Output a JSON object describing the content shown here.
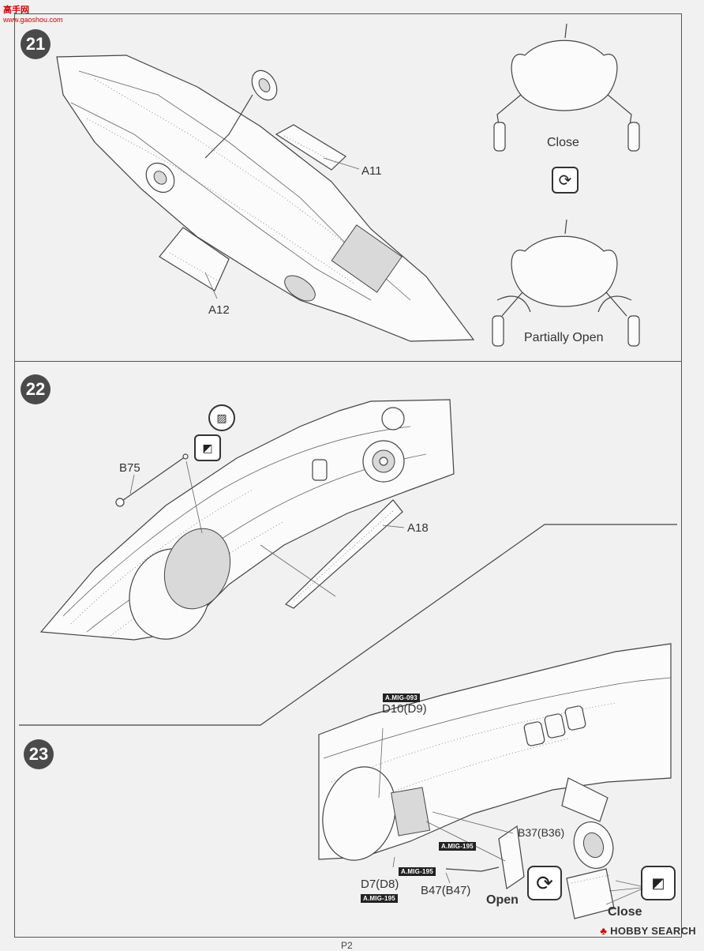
{
  "watermark_top": {
    "logo": "高手网",
    "site": "www.gaoshou.com"
  },
  "watermark_bottom": {
    "mark": "♣",
    "brand": "HOBBY SEARCH"
  },
  "page_number": "P2",
  "steps": {
    "s21": {
      "number": "21",
      "parts": {
        "a11": "A11",
        "a12": "A12"
      },
      "views": {
        "close": "Close",
        "partial": "Partially Open"
      },
      "rotate_icon": "rotate-icon"
    },
    "s22": {
      "number": "22",
      "parts": {
        "b75": "B75",
        "a18": "A18"
      }
    },
    "s23": {
      "number": "23",
      "parts": {
        "d10": "D10(D9)",
        "d7": "D7(D8)",
        "b37": "B37(B36)",
        "b47": "B47(B47)"
      },
      "paints": {
        "mig093": "A.MIG-093",
        "mig195a": "A.MIG-195",
        "mig195b": "A.MIG-195",
        "mig195c": "A.MIG-195"
      },
      "views": {
        "open": "Open",
        "close": "Close"
      }
    }
  },
  "colors": {
    "badge": "#4a4a4a",
    "line": "#444444",
    "brand_red": "#cc0000"
  }
}
